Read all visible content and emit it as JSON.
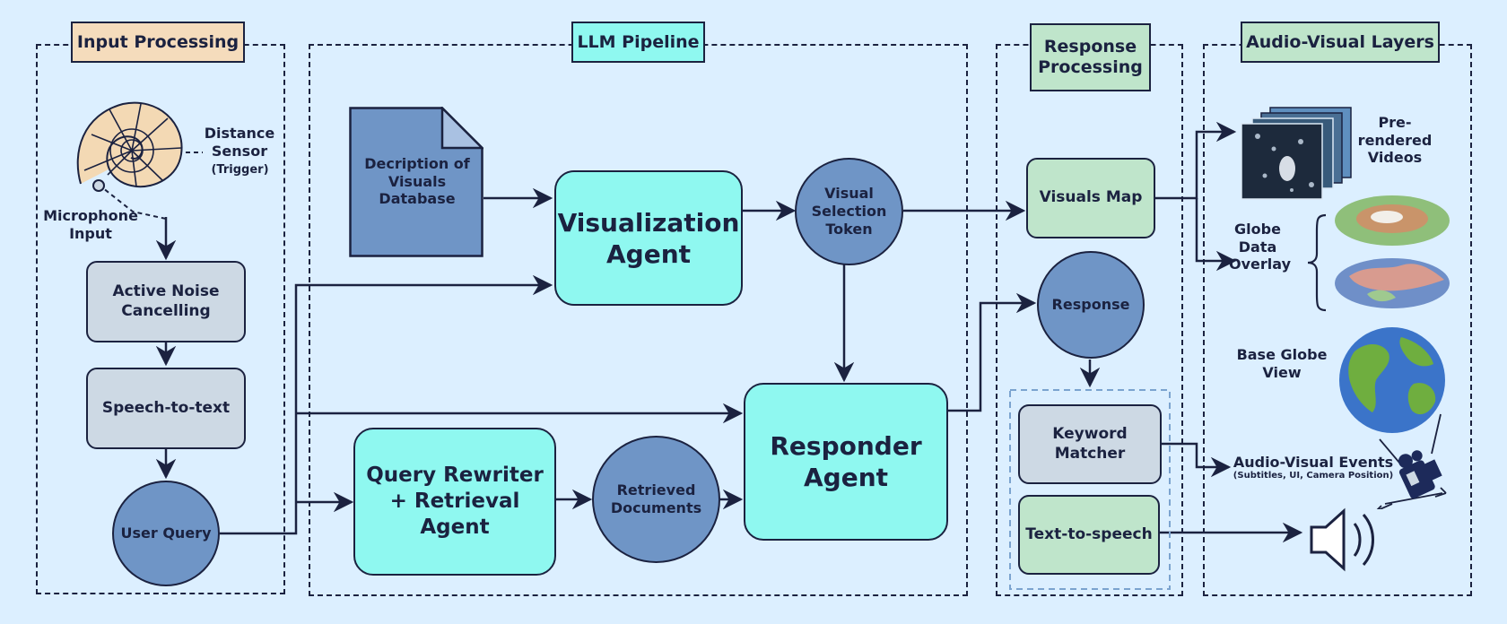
{
  "sections": {
    "input": "Input Processing",
    "llm": "LLM Pipeline",
    "response": "Response Processing",
    "audio_visual": "Audio-Visual Layers"
  },
  "input_nodes": {
    "distance_sensor": "Distance Sensor",
    "trigger": "(Trigger)",
    "microphone": "Microphone Input",
    "anc": "Active Noise Cancelling",
    "stt": "Speech-to-text",
    "user_query": "User Query"
  },
  "llm_nodes": {
    "database": "Decription of Visuals Database",
    "visualization_agent": "Visualization Agent",
    "visual_selection_token": "Visual Selection Token",
    "query_rewriter": "Query Rewriter + Retrieval Agent",
    "retrieved_documents": "Retrieved Documents",
    "responder_agent": "Responder Agent"
  },
  "response_nodes": {
    "visuals_map": "Visuals Map",
    "response": "Response",
    "keyword_matcher": "Keyword Matcher",
    "tts": "Text-to-speech"
  },
  "av_nodes": {
    "pre_rendered": "Pre-rendered Videos",
    "globe_overlay": "Globe Data Overlay",
    "base_globe": "Base Globe View",
    "av_events": "Audio-Visual Events",
    "av_events_sub": "(Subtitles, UI, Camera Position)"
  },
  "colors": {
    "background": "#dcefff",
    "ink": "#1b2240",
    "agent": "#8ff8f0",
    "circle": "#6f95c6",
    "box_gray": "#cdd9e4",
    "box_green": "#bfe5cb",
    "title_input": "#f5dcbc",
    "title_llm": "#8ff8f0",
    "title_green": "#bfe5cb"
  },
  "icons": [
    "nautilus-shell-icon",
    "document-icon",
    "video-stack-icon",
    "globe-overlay-icon",
    "globe-icon",
    "camera-icon",
    "speaker-icon"
  ]
}
